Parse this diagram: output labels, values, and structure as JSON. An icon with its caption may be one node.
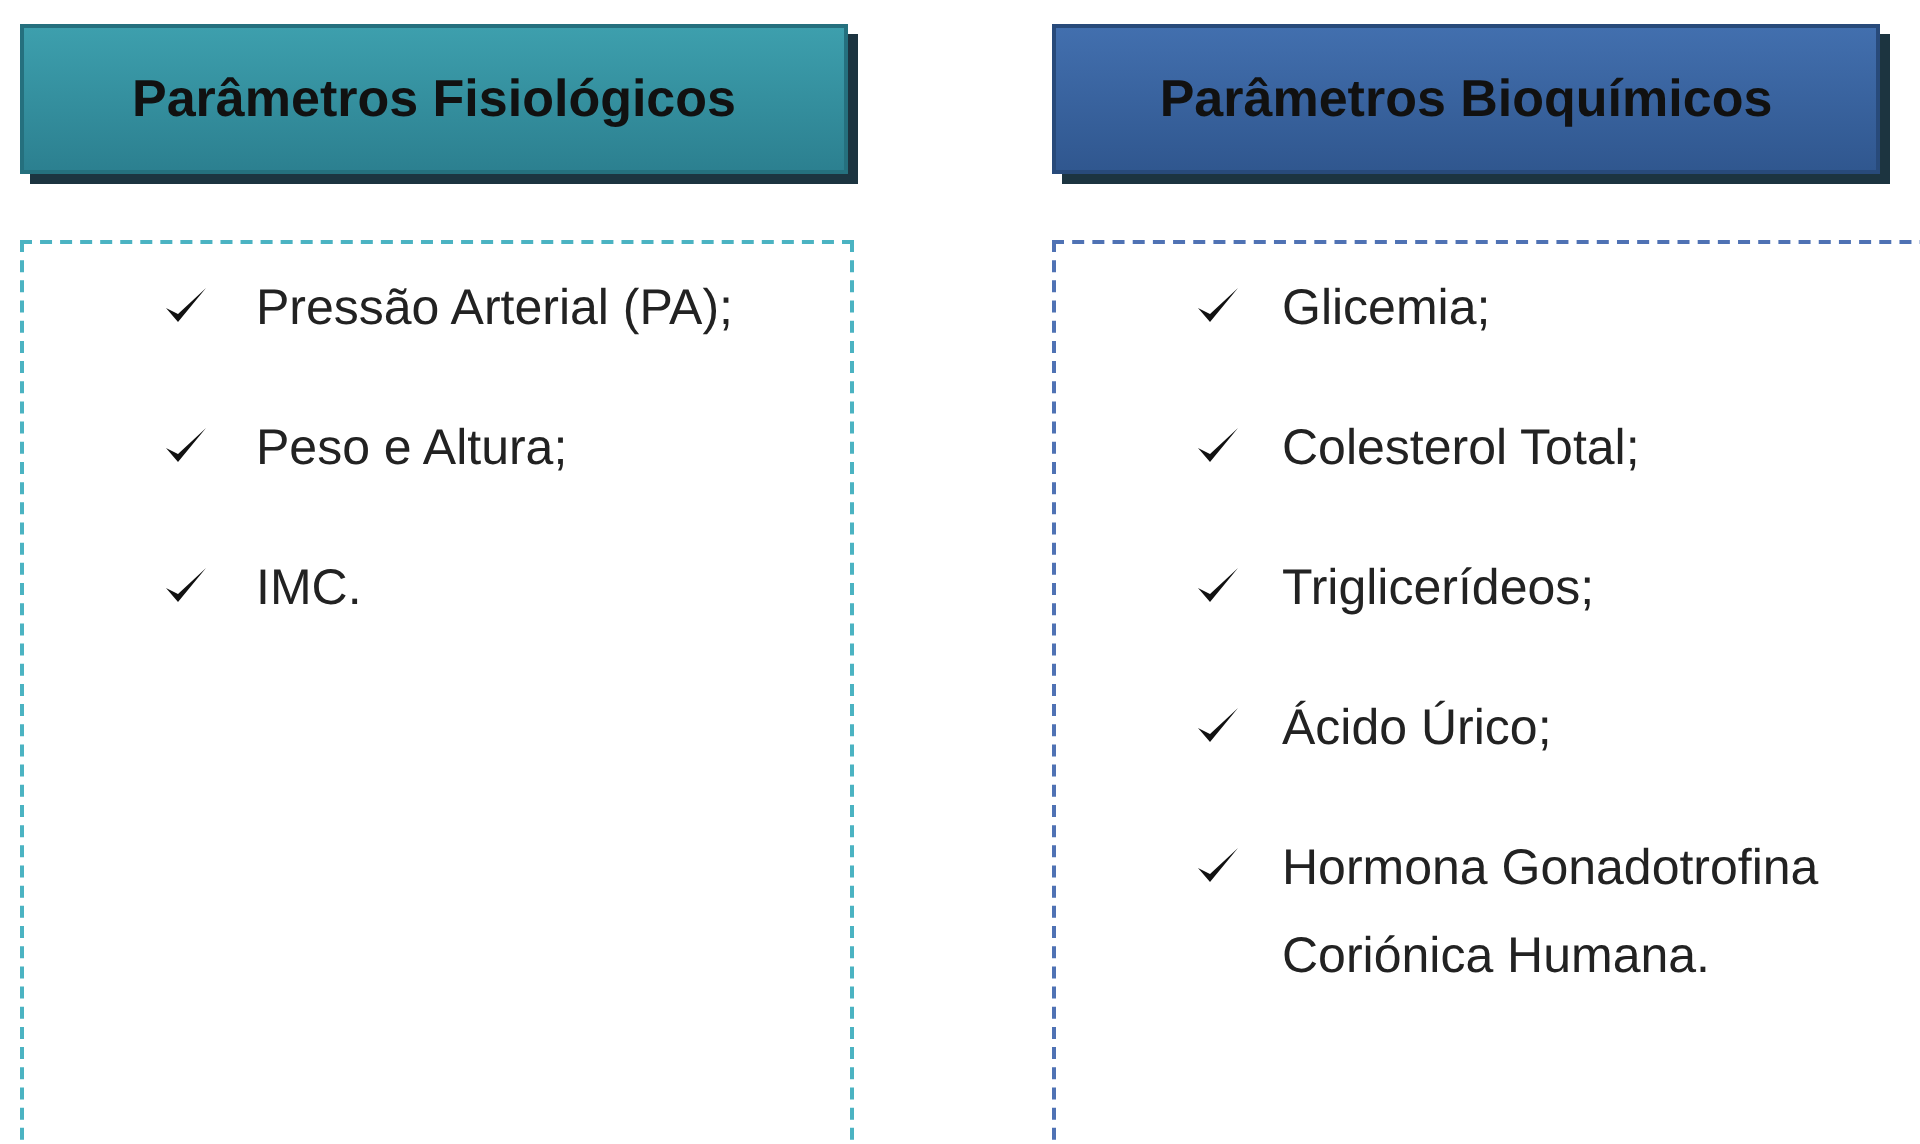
{
  "diagram": {
    "nodes": [
      {
        "text": [
          "Parâmetros Fisiológicos"
        ]
      },
      {
        "text": [
          "Pressão Arterial (PA);",
          "Peso e Altura;",
          "IMC."
        ]
      },
      {
        "text": [
          "Parâmetros Bioquímicos"
        ]
      },
      {
        "text": [
          "Glicemia;",
          "Colesterol Total;",
          "Triglicerídeos;",
          "Ácido Úrico;",
          "Hormona Gonadotrofina Coriónica Humana."
        ]
      }
    ]
  }
}
